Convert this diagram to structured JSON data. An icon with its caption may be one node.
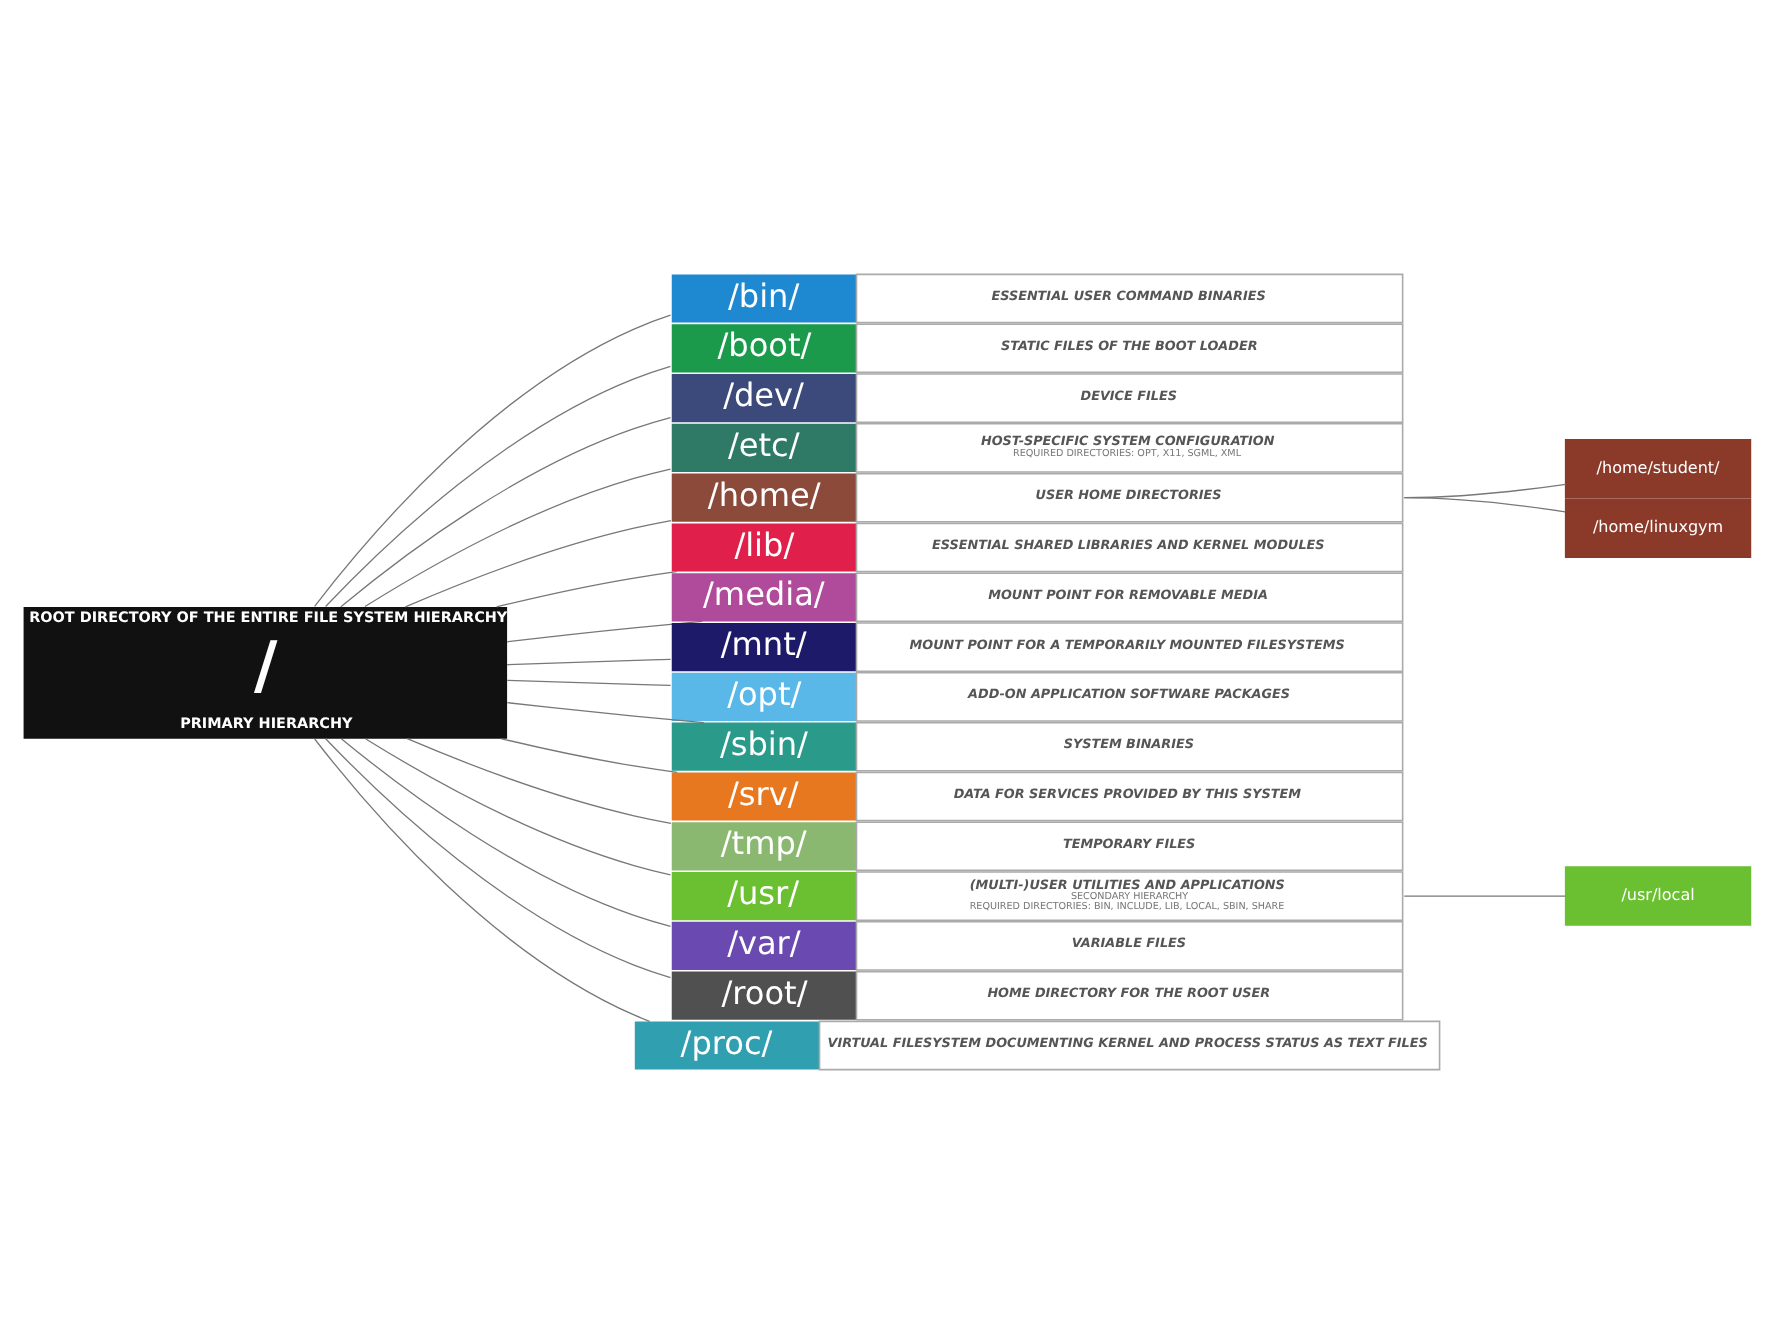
{
  "diagram": {
    "nodes": [
      {
        "text": [
          "ROOT DIRECTORY OF THE ENTIRE FILE SYSTEM HIERARCHY",
          "/",
          "PRIMARY HIERARCHY"
        ]
      },
      {
        "text": [
          "/bin/",
          "ESSENTIAL USER COMMAND BINARIES"
        ]
      },
      {
        "text": [
          "/boot/",
          "STATIC FILES OF THE BOOT LOADER"
        ]
      },
      {
        "text": [
          "/dev/",
          "DEVICE FILES"
        ]
      },
      {
        "text": [
          "/etc/",
          "HOST-SPECIFIC SYSTEM CONFIGURATION",
          "REQUIRED DIRECTORIES: OPT, X11, SGML, XML"
        ]
      },
      {
        "text": [
          "/home/",
          "USER HOME DIRECTORIES"
        ]
      },
      {
        "text": [
          "/lib/",
          "ESSENTIAL SHARED LIBRARIES AND KERNEL MODULES"
        ]
      },
      {
        "text": [
          "/media/",
          "MOUNT POINT FOR REMOVABLE MEDIA"
        ]
      },
      {
        "text": [
          "/mnt/",
          "MOUNT POINT FOR A TEMPORARILY MOUNTED FILESYSTEMS"
        ]
      },
      {
        "text": [
          "/opt/",
          "ADD-ON APPLICATION SOFTWARE PACKAGES"
        ]
      },
      {
        "text": [
          "/sbin/",
          "SYSTEM BINARIES"
        ]
      },
      {
        "text": [
          "/srv/",
          "DATA FOR SERVICES PROVIDED BY THIS SYSTEM"
        ]
      },
      {
        "text": [
          "/tmp/",
          "TEMPORARY FILES"
        ]
      },
      {
        "text": [
          "/usr/",
          "(MULTI-)USER UTILITIES AND APPLICATIONS",
          "SECONDARY HIERARCHY",
          "REQUIRED DIRECTORIES: BIN, INCLUDE, LIB, LOCAL, SBIN, SHARE"
        ]
      },
      {
        "text": [
          "/var/",
          "VARIABLE FILES"
        ]
      },
      {
        "text": [
          "/root/",
          "HOME DIRECTORY FOR THE ROOT USER"
        ]
      },
      {
        "text": [
          "/proc/",
          "VIRTUAL FILESYSTEM DOCUMENTING KERNEL AND PROCESS STATUS AS TEXT FILES"
        ]
      },
      {
        "text": [
          "/home/student/"
        ]
      },
      {
        "text": [
          "/home/linuxgym"
        ]
      },
      {
        "text": [
          "/usr/local"
        ]
      }
    ],
    "edges": [
      {
        "from": 0,
        "to": 1,
        "arrow": "none"
      },
      {
        "from": 0,
        "to": 2,
        "arrow": "none"
      },
      {
        "from": 0,
        "to": 3,
        "arrow": "none"
      },
      {
        "from": 0,
        "to": 4,
        "arrow": "none"
      },
      {
        "from": 0,
        "to": 5,
        "arrow": "none"
      },
      {
        "from": 0,
        "to": 6,
        "arrow": "none"
      },
      {
        "from": 0,
        "to": 7,
        "arrow": "none"
      },
      {
        "from": 0,
        "to": 8,
        "arrow": "none"
      },
      {
        "from": 0,
        "to": 9,
        "arrow": "none"
      },
      {
        "from": 0,
        "to": 10,
        "arrow": "none"
      },
      {
        "from": 0,
        "to": 11,
        "arrow": "none"
      },
      {
        "from": 0,
        "to": 12,
        "arrow": "none"
      },
      {
        "from": 0,
        "to": 13,
        "arrow": "none"
      },
      {
        "from": 0,
        "to": 14,
        "arrow": "none"
      },
      {
        "from": 0,
        "to": 15,
        "arrow": "none"
      },
      {
        "from": 0,
        "to": 16,
        "arrow": "none"
      },
      {
        "from": 5,
        "to": 17,
        "arrow": "none"
      },
      {
        "from": 5,
        "to": 18,
        "arrow": "none"
      },
      {
        "from": 13,
        "to": 19,
        "arrow": "none"
      }
    ]
  }
}
